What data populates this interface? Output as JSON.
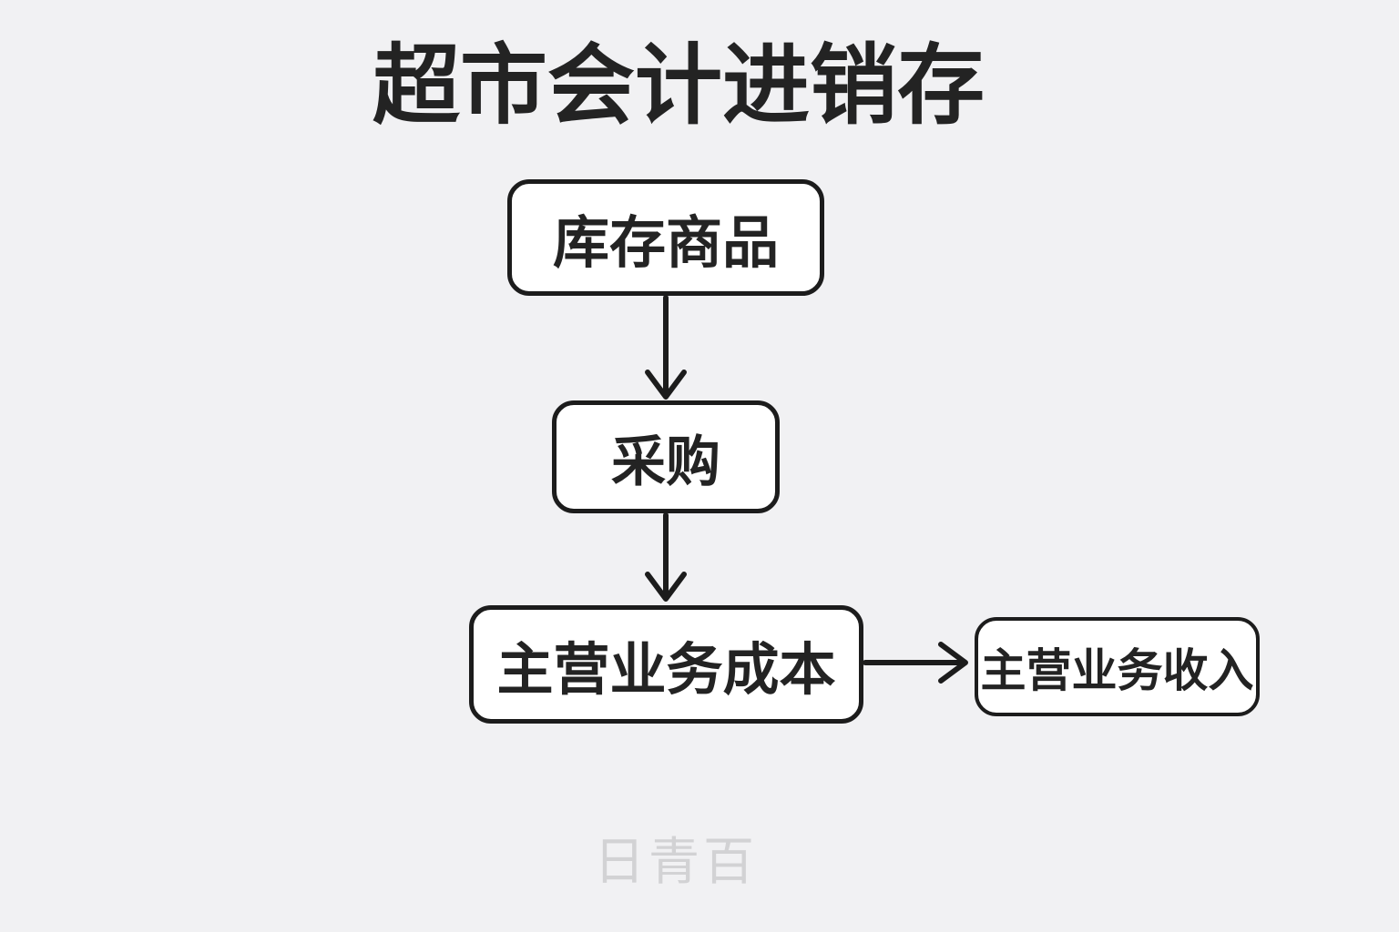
{
  "title": "超市会计进销存",
  "diagram": {
    "nodes": [
      {
        "id": "inventory",
        "label": "库存商品"
      },
      {
        "id": "purchase",
        "label": "采购"
      },
      {
        "id": "cost",
        "label": "主营业务成本"
      },
      {
        "id": "revenue",
        "label": "主营业务收入"
      }
    ],
    "edges": [
      {
        "from": "库存商品",
        "to": "采购",
        "direction": "down"
      },
      {
        "from": "采购",
        "to": "主营业务成本",
        "direction": "down"
      },
      {
        "from": "主营业务成本",
        "to": "主营业务收入",
        "direction": "right"
      }
    ]
  },
  "watermark": "日青百",
  "colors": {
    "background": "#f1f1f3",
    "node_fill": "#ffffff",
    "node_border": "#1c1c1c",
    "text": "#232323",
    "arrow": "#1c1c1c",
    "watermark": "#d2d2d4"
  }
}
